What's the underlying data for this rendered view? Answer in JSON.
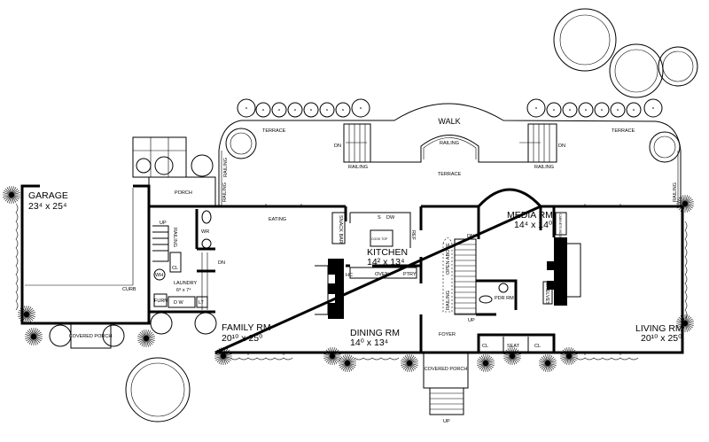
{
  "plan": {
    "ink_color": "#000000",
    "background_color": "#ffffff",
    "outdoor": {
      "walk": "WALK",
      "terrace_left": "TERRACE",
      "terrace_right": "TERRACE",
      "terrace_center": "TERRACE",
      "railing_arc": "RAILING",
      "railing_left": "RAILING",
      "railing_right": "RAILING",
      "railing_side_left": "RAILING",
      "railing_side_right": "RAILING",
      "railing_porch": "RAILING",
      "dn_left": "DN",
      "dn_right": "DN",
      "porch": "PORCH",
      "curb": "CURB",
      "covered_porch_garage": "COVERED PORCH",
      "covered_porch_front": "COVERED PORCH",
      "up_front": "UP"
    },
    "rooms": {
      "garage": {
        "name": "GARAGE",
        "dims": "23⁴ x 25⁴"
      },
      "laundry": {
        "name": "LAUNDRY",
        "dims": "6⁸ x 7⁴"
      },
      "wr": {
        "name": "WR"
      },
      "family": {
        "name": "FAMILY RM",
        "dims": "20¹⁰ x 25⁰"
      },
      "eating": {
        "name": "EATING"
      },
      "kitchen": {
        "name": "KITCHEN",
        "dims": "14² x 13⁴"
      },
      "dining": {
        "name": "DINING RM",
        "dims": "14⁰ x 13⁴"
      },
      "foyer": {
        "name": "FOYER"
      },
      "media": {
        "name": "MEDIA RM",
        "dims": "14⁴ x 14⁰"
      },
      "living": {
        "name": "LIVING RM",
        "dims": "20¹⁰ x 25⁰"
      },
      "pdr": {
        "name": "PDR RM"
      }
    },
    "fixtures": {
      "up_laundry": "UP",
      "railing_laundry": "RAILING",
      "dn_laundry": "DN",
      "cl_laundry": "CL",
      "wh": "WH",
      "furn": "FURN",
      "dw": "D  W",
      "lt": "LT",
      "snack_bar": "SNACK BAR",
      "ref": "REF",
      "oven": "OVEN",
      "ptry": "PTRY",
      "dw_kitchen": "DW",
      "s": "S",
      "cook_top": "COOK TOP",
      "hc": "HC",
      "open_above": "OPEN ABOVE",
      "railing_stair": "RAILING",
      "dn_stair": "DN",
      "up_stair": "UP",
      "cabinets_books": "CABINETS BOOKS",
      "shelves": "SHELVES",
      "cl_left": "CL",
      "seat": "SEAT",
      "cl_right": "CL"
    }
  }
}
